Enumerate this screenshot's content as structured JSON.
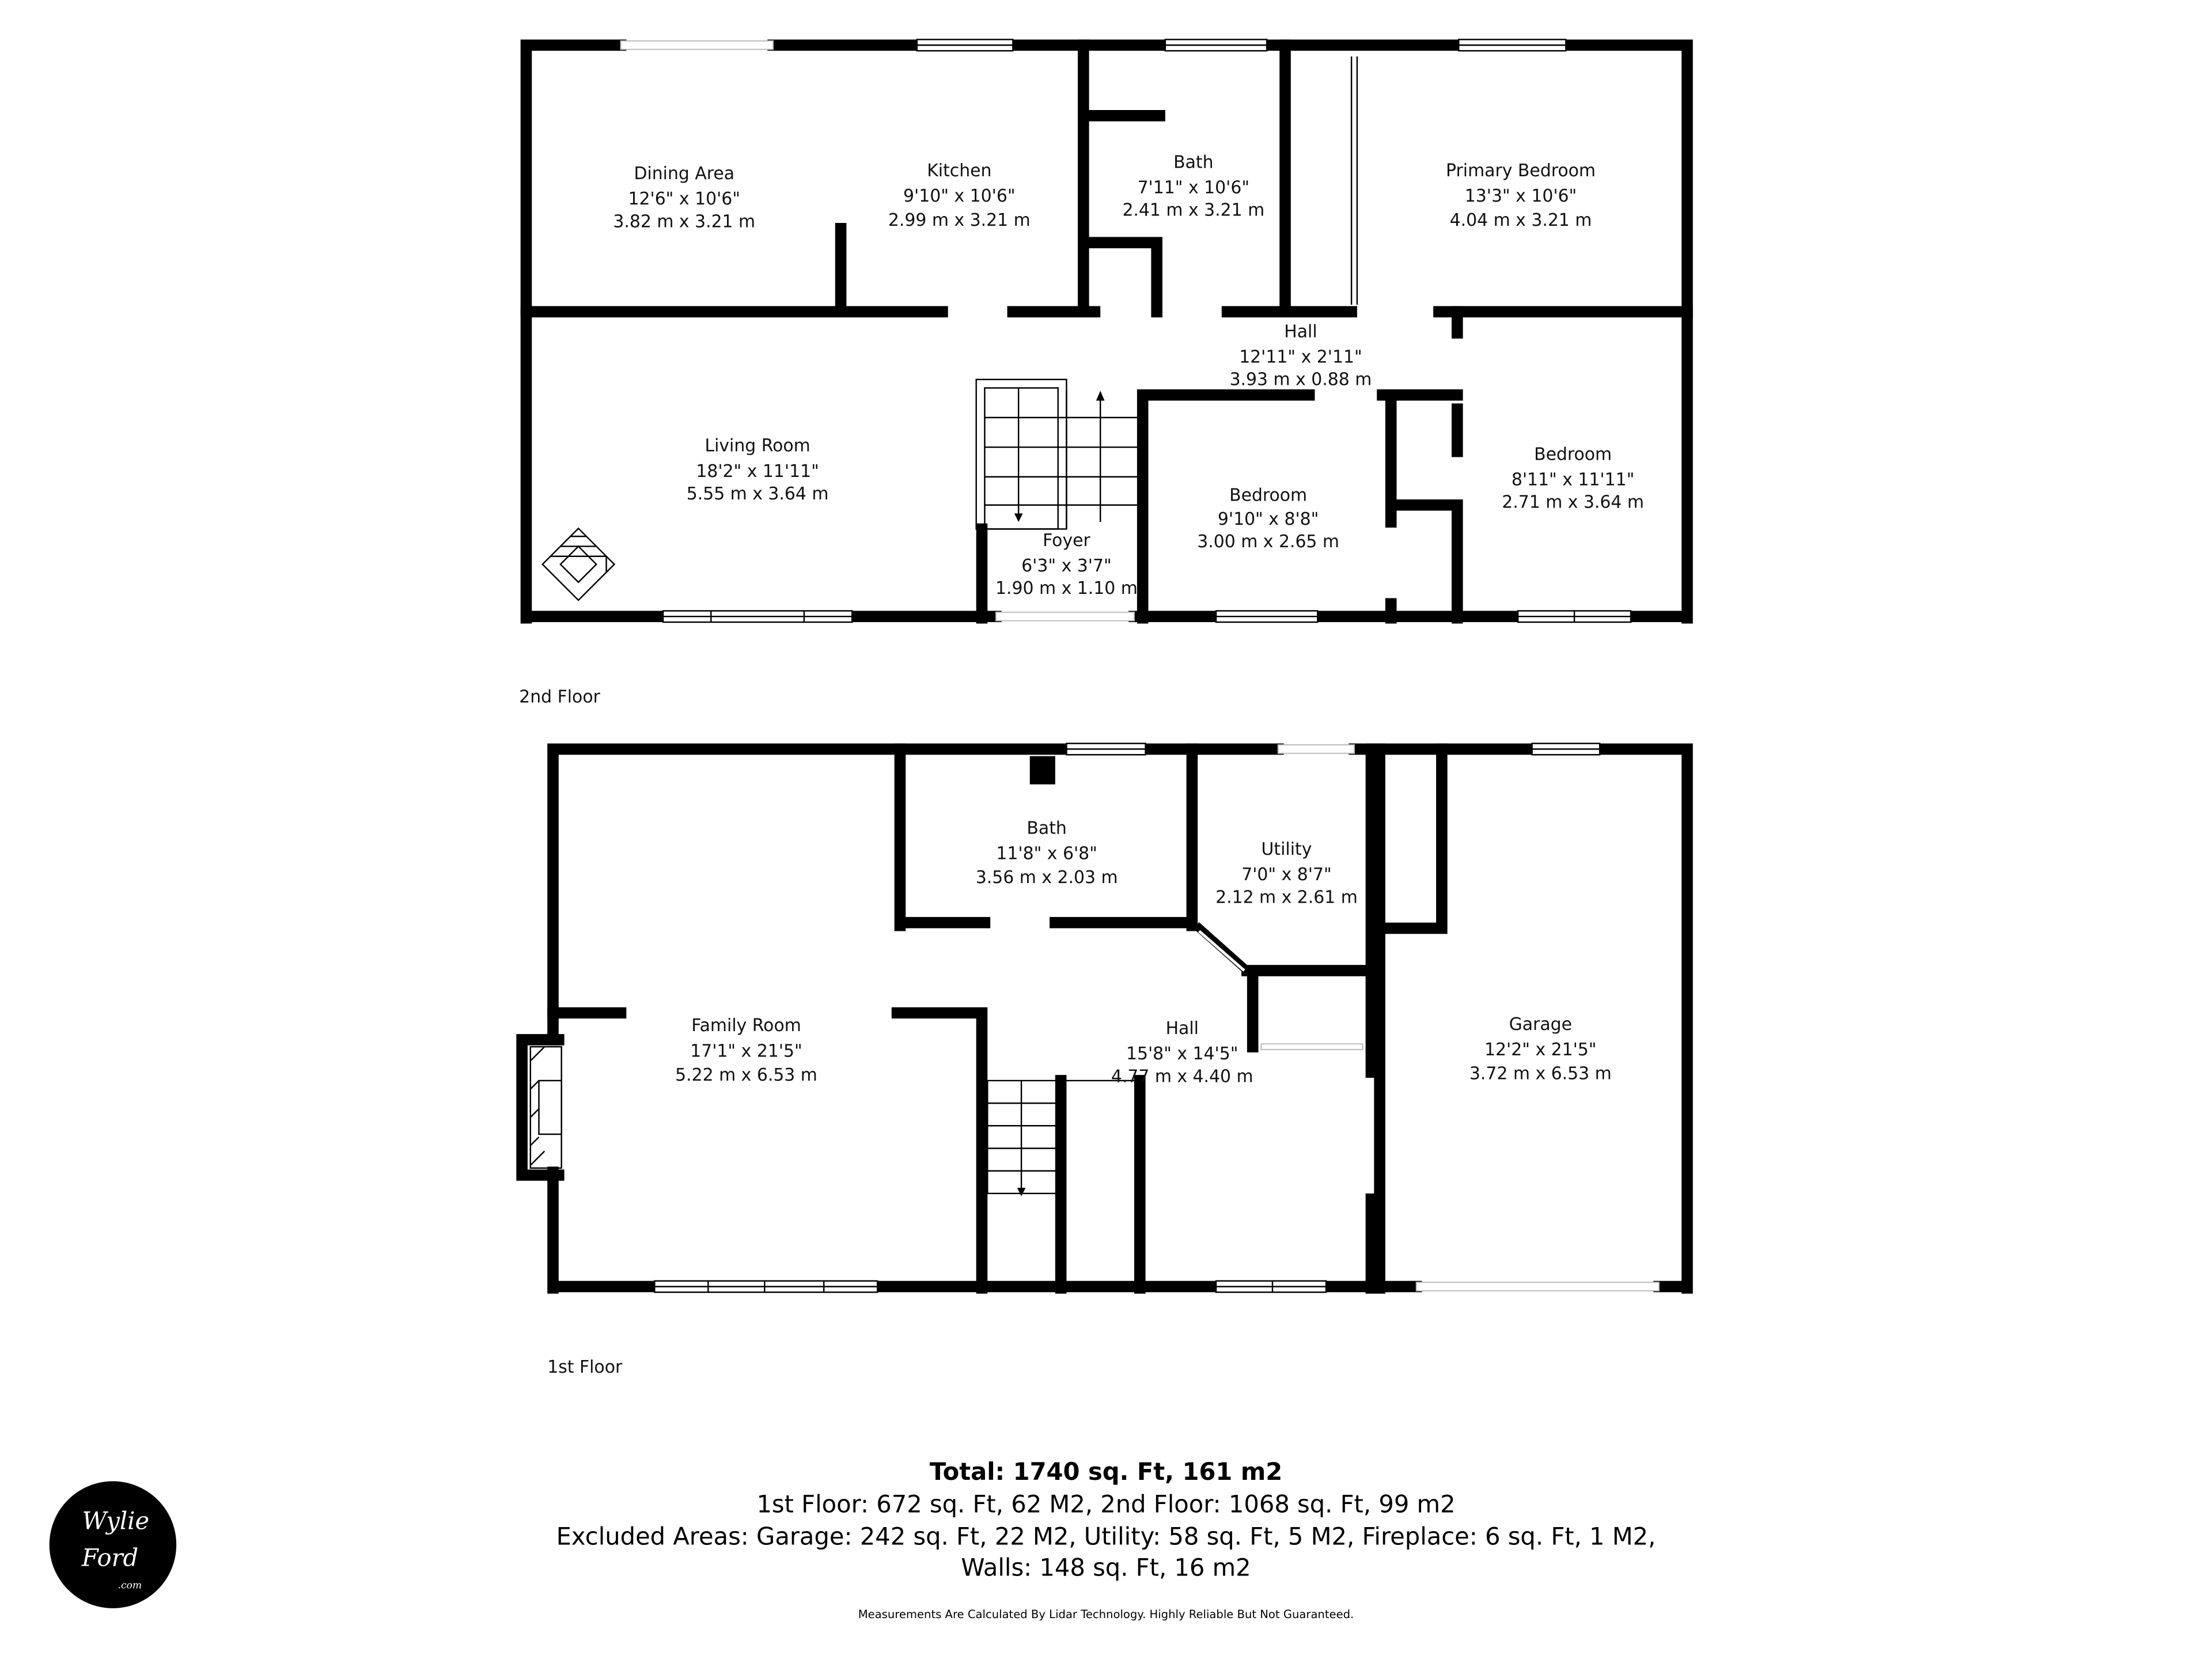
{
  "second_floor": {
    "label": "2nd Floor",
    "rooms": [
      {
        "name": "Dining Area",
        "imperial": "12'6\" x 10'6\"",
        "metric": "3.82 m x 3.21 m"
      },
      {
        "name": "Kitchen",
        "imperial": "9'10\" x 10'6\"",
        "metric": "2.99 m x 3.21 m"
      },
      {
        "name": "Bath",
        "imperial": "7'11\" x 10'6\"",
        "metric": "2.41 m x 3.21 m"
      },
      {
        "name": "Primary Bedroom",
        "imperial": "13'3\" x 10'6\"",
        "metric": "4.04 m x 3.21 m"
      },
      {
        "name": "Hall",
        "imperial": "12'11\" x 2'11\"",
        "metric": "3.93 m x 0.88 m"
      },
      {
        "name": "Living Room",
        "imperial": "18'2\" x 11'11\"",
        "metric": "5.55 m x 3.64 m"
      },
      {
        "name": "Foyer",
        "imperial": "6'3\" x 3'7\"",
        "metric": "1.90 m x 1.10 m"
      },
      {
        "name": "Bedroom",
        "imperial": "9'10\" x 8'8\"",
        "metric": "3.00 m x 2.65 m"
      },
      {
        "name": "Bedroom",
        "imperial": "8'11\" x 11'11\"",
        "metric": "2.71 m x 3.64 m"
      }
    ]
  },
  "first_floor": {
    "label": "1st Floor",
    "rooms": [
      {
        "name": "Bath",
        "imperial": "11'8\" x 6'8\"",
        "metric": "3.56 m x 2.03 m"
      },
      {
        "name": "Utility",
        "imperial": "7'0\" x 8'7\"",
        "metric": "2.12 m x 2.61 m"
      },
      {
        "name": "Family Room",
        "imperial": "17'1\" x 21'5\"",
        "metric": "5.22 m x 6.53 m"
      },
      {
        "name": "Hall",
        "imperial": "15'8\" x 14'5\"",
        "metric": "4.77 m x 4.40 m"
      },
      {
        "name": "Garage",
        "imperial": "12'2\" x 21'5\"",
        "metric": "3.72 m x 6.53 m"
      }
    ]
  },
  "summary": {
    "total": "Total: 1740 sq. Ft, 161 m2",
    "floors": "1st Floor: 672 sq. Ft, 62 M2, 2nd Floor: 1068 sq. Ft, 99 m2",
    "excluded": "Excluded Areas: Garage: 242 sq. Ft, 22 M2, Utility: 58 sq. Ft, 5 M2, Fireplace: 6 sq. Ft, 1 M2,",
    "walls": "Walls: 148 sq. Ft, 16 m2",
    "disclaimer": "Measurements Are Calculated By Lidar Technology. Highly Reliable But Not Guaranteed."
  },
  "logo": {
    "line1": "Wylie",
    "line2": "Ford",
    "line3": ".com"
  }
}
